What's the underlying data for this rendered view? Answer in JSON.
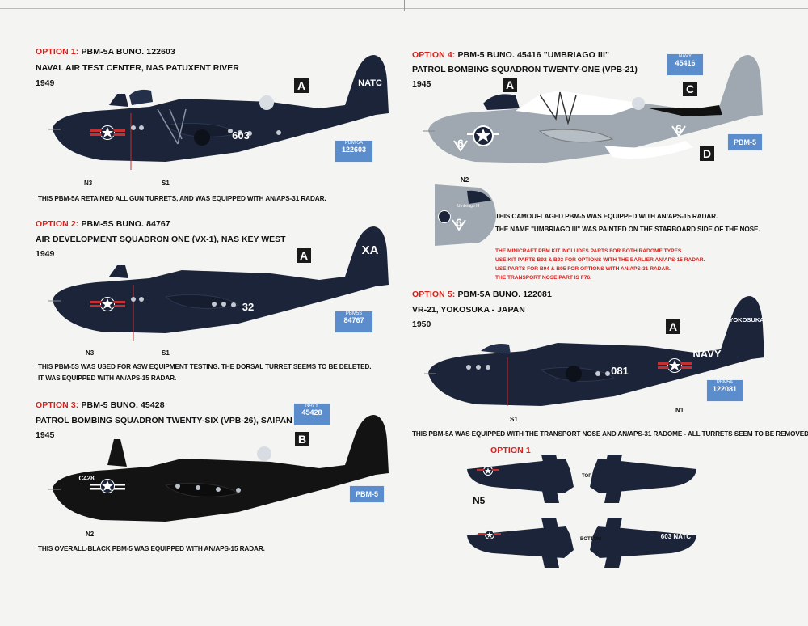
{
  "options": {
    "o1": {
      "prefix": "OPTION 1:",
      "title": "PBM-5A BUNO. 122603",
      "unit": "NAVAL AIR TEST CENTER, NAS PATUXENT RIVER",
      "year": "1949",
      "tail": "NATC",
      "side_number": "603",
      "placard_small": "PBM-5A",
      "placard_num": "122603",
      "letter": "A",
      "callouts": [
        "N3",
        "S1"
      ],
      "caption": "THIS PBM-5A RETAINED ALL GUN TURRETS, AND WAS EQUIPPED WITH AN/APS-31 RADAR."
    },
    "o2": {
      "prefix": "OPTION 2:",
      "title": "PBM-5S BUNO. 84767",
      "unit": "AIR DEVELOPMENT SQUADRON ONE (VX-1), NAS KEY WEST",
      "year": "1949",
      "tail": "XA",
      "side_number": "32",
      "placard_small": "PBM5S",
      "placard_num": "84767",
      "letter": "A",
      "callouts": [
        "N3",
        "S1"
      ],
      "caption1": "THIS PBM-5S WAS USED FOR ASW EQUIPMENT TESTING. THE DORSAL TURRET SEEMS TO BE DELETED.",
      "caption2": "IT WAS EQUIPPED WITH AN/APS-15 RADAR."
    },
    "o3": {
      "prefix": "OPTION 3:",
      "title": "PBM-5 BUNO. 45428",
      "unit": "PATROL BOMBING SQUADRON TWENTY-SIX (VPB-26), SAIPAN",
      "year": "1945",
      "nose_code": "C428",
      "placard_top": "NAVY",
      "placard_num": "45428",
      "pbm_label": "PBM-5",
      "letter": "B",
      "callouts": [
        "N2"
      ],
      "caption": "THIS OVERALL-BLACK PBM-5 WAS EQUIPPED WITH AN/APS-15 RADAR."
    },
    "o4": {
      "prefix": "OPTION 4:",
      "title": "PBM-5 BUNO. 45416 \"UMBRIAGO III\"",
      "unit": "PATROL BOMBING SQUADRON TWENTY-ONE (VPB-21)",
      "year": "1945",
      "placard_top": "NAVY",
      "placard_num": "45416",
      "pbm_label": "PBM-5",
      "letters": [
        "A",
        "C",
        "D"
      ],
      "callouts": [
        "N2"
      ],
      "caption1": "THIS CAMOUFLAGED PBM-5 WAS EQUIPPED WITH AN/APS-15 RADAR.",
      "caption2": "THE NAME \"UMBRIAGO III\" WAS PAINTED ON THE STARBOARD SIDE OF THE NOSE.",
      "notes": [
        "THE MINICRAFT PBM KIT INCLUDES PARTS FOR BOTH RADOME TYPES.",
        "USE KIT PARTS B92 & B93 FOR OPTIONS WITH THE EARLIER AN/APS-15 RADAR.",
        "USE PARTS FOR B94 & B95 FOR OPTIONS WITH AN/APS-31 RADAR.",
        "THE TRANSPORT NOSE PART IS F76."
      ]
    },
    "o5": {
      "prefix": "OPTION 5:",
      "title": "PBM-5A BUNO. 122081",
      "unit": "VR-21, YOKOSUKA - JAPAN",
      "year": "1950",
      "tail": "YOKOSUKA",
      "navy": "NAVY",
      "side_number": "081",
      "placard_small": "PBM5A",
      "placard_num": "122081",
      "letter": "A",
      "callouts": [
        "N1",
        "S1"
      ],
      "caption": "THIS PBM-5A WAS EQUIPPED WITH THE TRANSPORT NOSE AND AN/APS-31 RADOME - ALL TURRETS SEEM TO BE REMOVED."
    }
  },
  "wings": {
    "title": "OPTION 1",
    "top_label": "TOP",
    "bottom_label": "BOTTOM",
    "callout": "N5",
    "wing_code": "603 NATC"
  },
  "colors": {
    "navy_blue": "#1b2438",
    "black": "#131313",
    "light_gray": "#9fa8b0",
    "placard_blue": "#5b8ccb",
    "option_red": "#d8201c"
  }
}
